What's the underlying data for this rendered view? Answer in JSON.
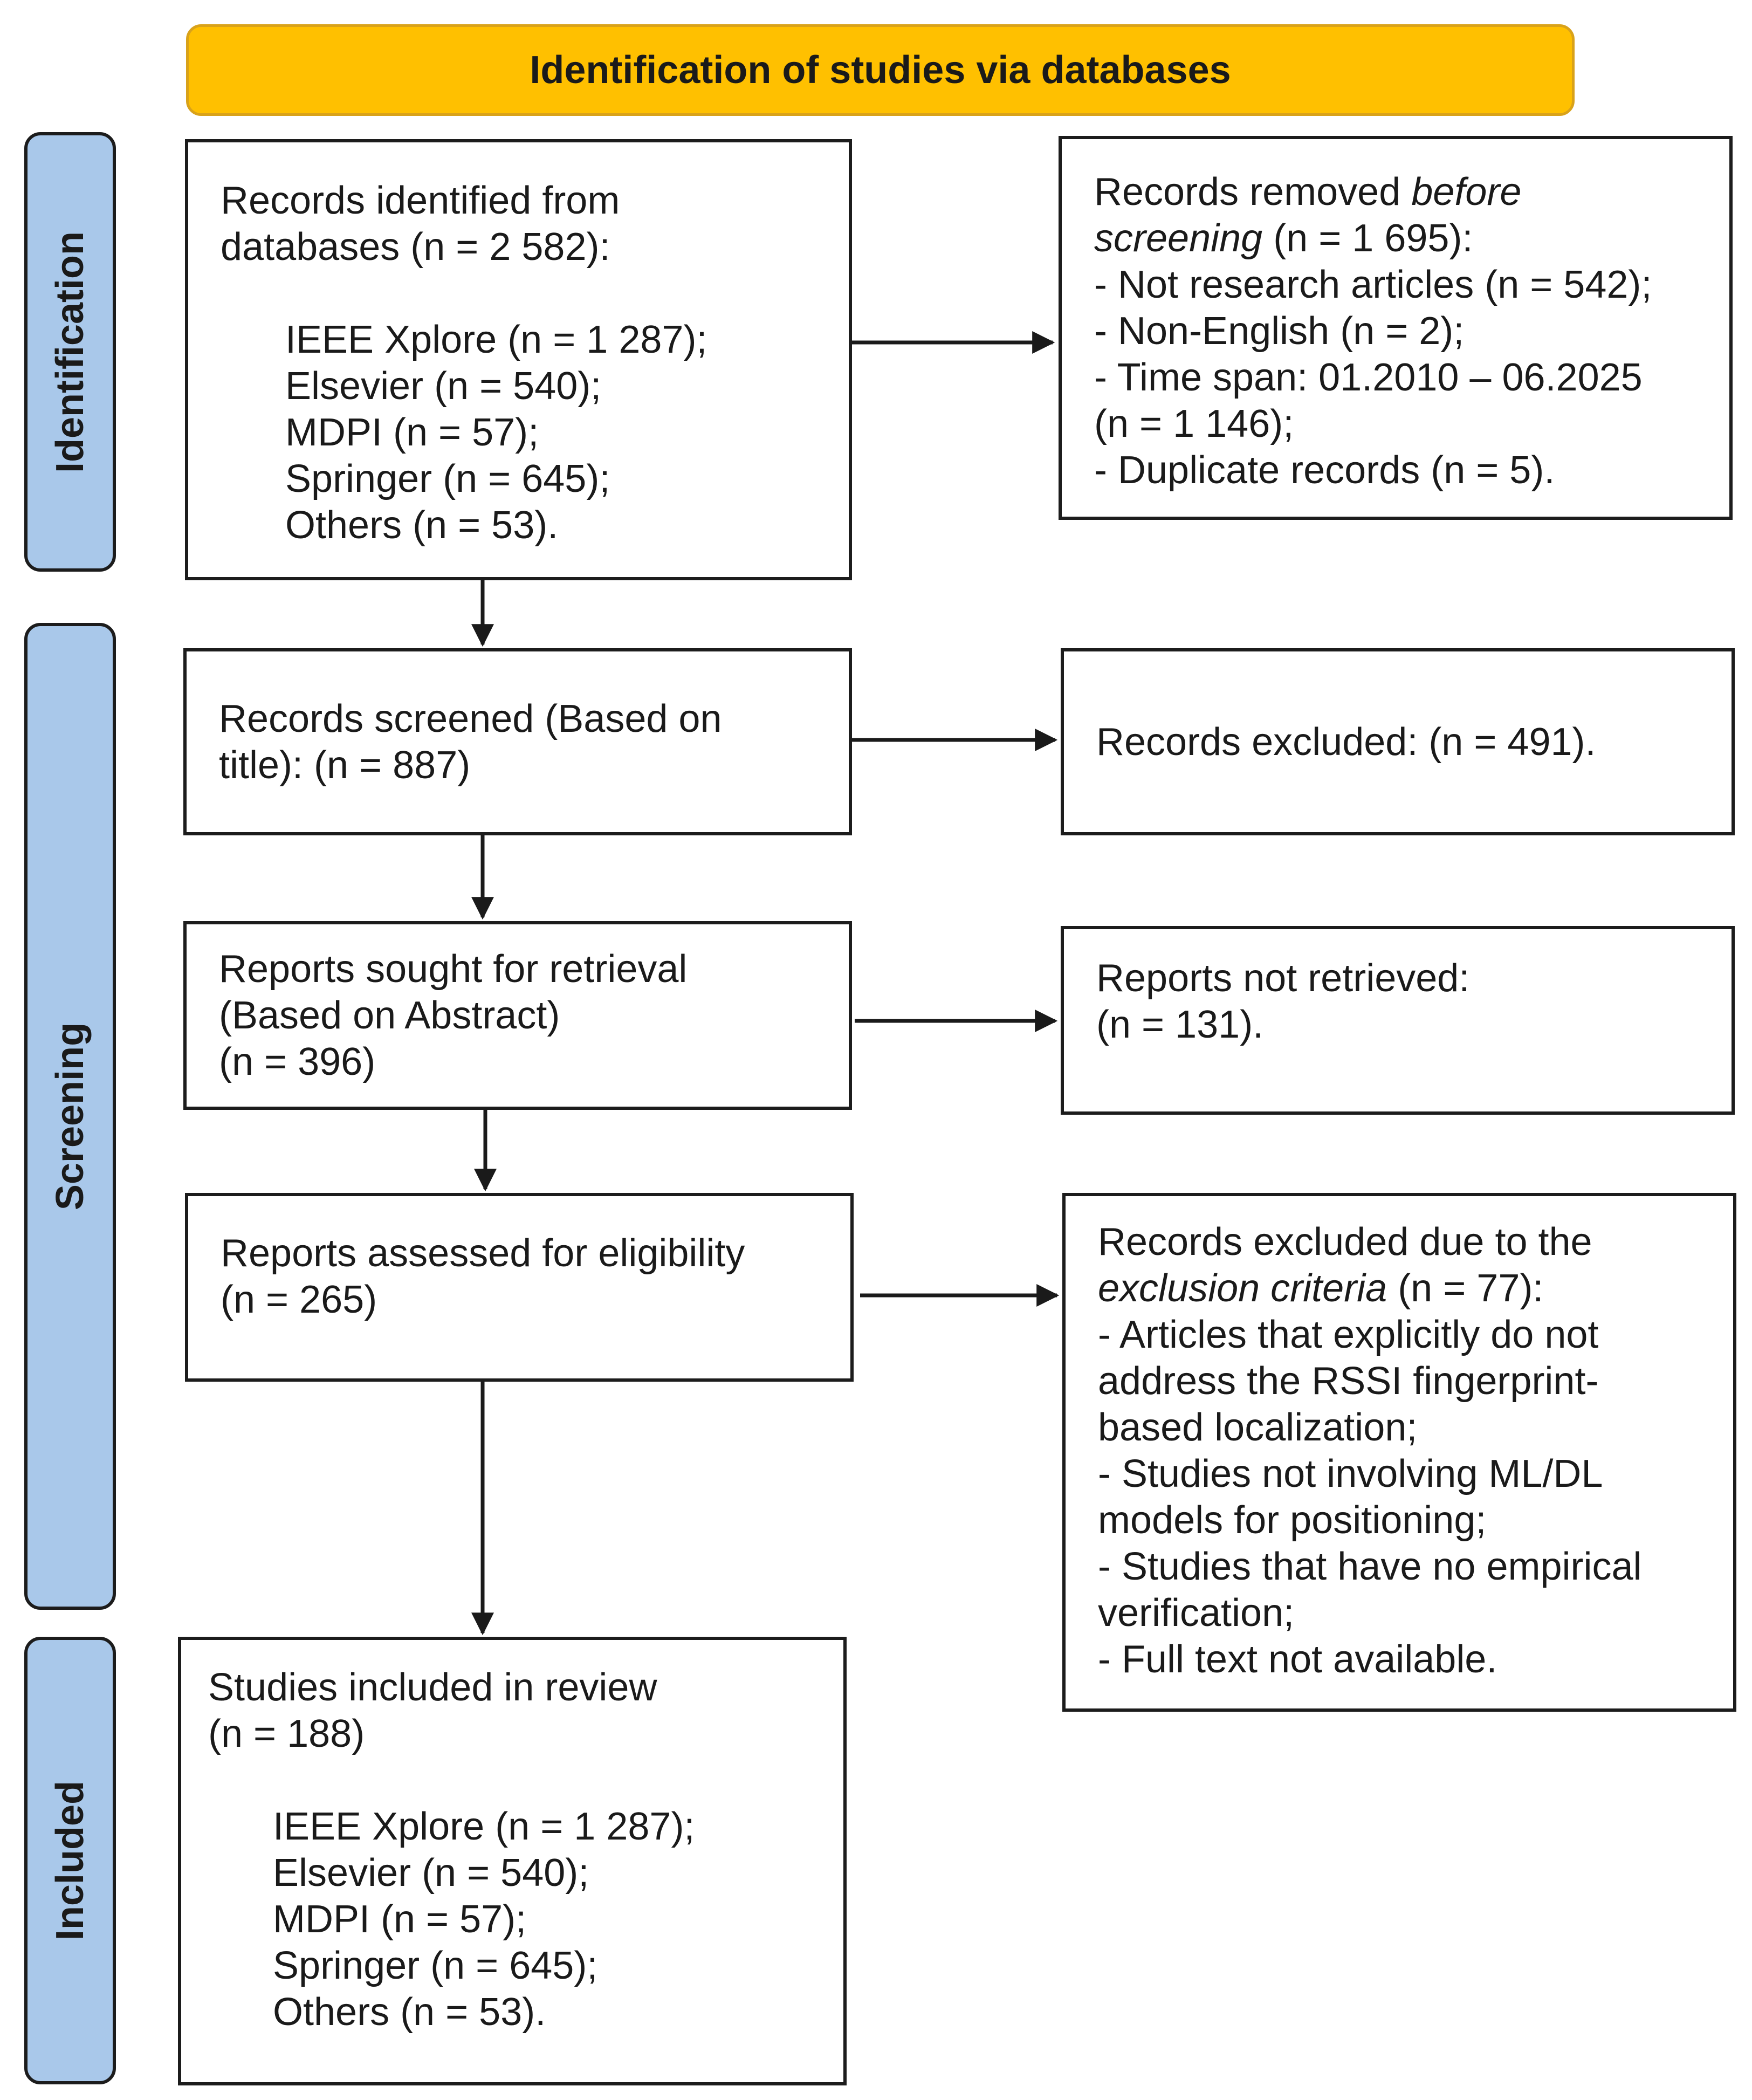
{
  "header": {
    "title": "Identification of studies via databases"
  },
  "stages": {
    "identification": "Identification",
    "screening": "Screening",
    "included": "Included"
  },
  "identified": {
    "line1": "Records identified from",
    "line2": "databases (n = 2 582):",
    "sources": [
      "IEEE Xplore (n = 1 287);",
      "Elsevier (n = 540);",
      "MDPI (n = 57);",
      "Springer (n = 645);",
      "Others (n = 53)."
    ]
  },
  "removed": {
    "line1_a": "Records removed ",
    "line1_b": "before",
    "line2_a": "screening",
    "line2_b": " (n = 1 695):",
    "items": [
      "- Not research articles (n = 542);",
      "- Non-English (n = 2);",
      "- Time span: 01.2010 – 06.2025",
      "(n = 1 146);",
      "- Duplicate records (n = 5)."
    ]
  },
  "screened": {
    "line1": "Records screened (Based on",
    "line2": "title): (n = 887)"
  },
  "excluded": {
    "text": "Records excluded: (n = 491)."
  },
  "sought": {
    "line1": "Reports sought for retrieval",
    "line2": "(Based on Abstract)",
    "line3": "(n = 396)"
  },
  "not_retrieved": {
    "line1": "Reports not retrieved:",
    "line2": "(n = 131)."
  },
  "assessed": {
    "line1": "Reports assessed for eligibility",
    "line2": "(n = 265)"
  },
  "criteria": {
    "line1": "Records excluded due to the",
    "line2_a": "exclusion criteria",
    "line2_b": " (n = 77):",
    "items": [
      "- Articles that explicitly do not",
      "address the RSSI fingerprint-",
      "based localization;",
      "- Studies not involving ML/DL",
      "models for positioning;",
      "- Studies that have no empirical",
      "verification;",
      "- Full text not available."
    ]
  },
  "included": {
    "line1": "Studies included in review",
    "line2": "(n = 188)",
    "sources": [
      "IEEE Xplore (n = 1 287);",
      "Elsevier (n = 540);",
      "MDPI (n = 57);",
      "Springer (n = 645);",
      "Others (n = 53)."
    ]
  }
}
